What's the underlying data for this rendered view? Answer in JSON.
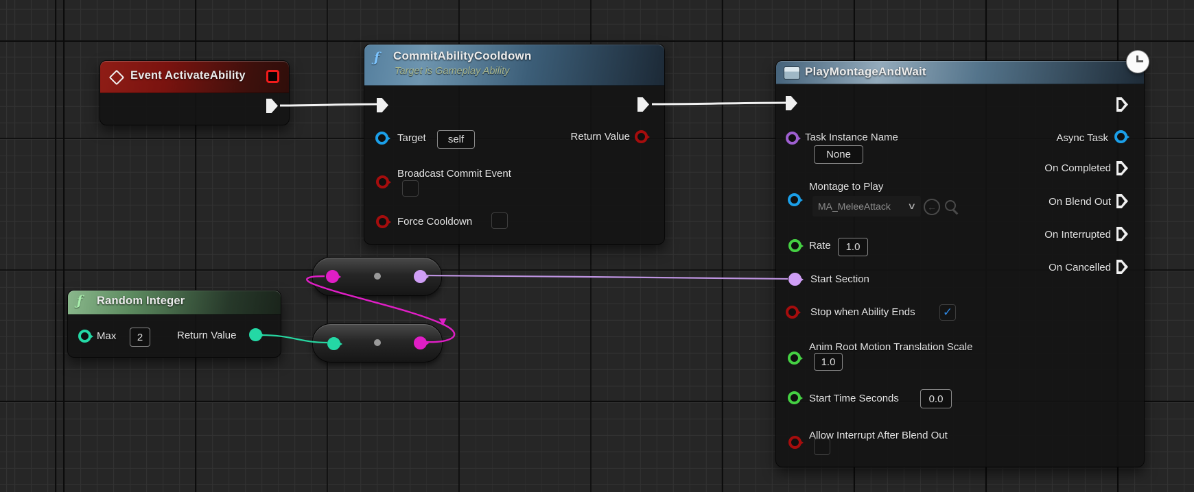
{
  "glyphs": {
    "function": "ƒ",
    "chevron": "∨",
    "check": "✓",
    "use_selected_arrow": "←"
  },
  "colors": {
    "exec_wire": "#f2f2f2",
    "object_pin": "#1b9fe8",
    "bool_pin": "#a50d0d",
    "float_pin": "#45d043",
    "int_pin": "#24d8a5",
    "string_pin": "#e01ec6",
    "name_pin": "#bd93e0",
    "wildcard_dot": "#9a9a9a",
    "checkbox_check": "#2e86e0",
    "canvas_bg": "#262626"
  },
  "event_node": {
    "title": "Event ActivateAbility"
  },
  "commit_node": {
    "title": "CommitAbilityCooldown",
    "subtitle": "Target is Gameplay Ability",
    "target_label": "Target",
    "target_value": "self",
    "broadcast_label": "Broadcast Commit Event",
    "force_label": "Force Cooldown",
    "return_label": "Return Value"
  },
  "montage_node": {
    "title": "PlayMontageAndWait",
    "task_instance_label": "Task Instance Name",
    "task_instance_value": "None",
    "async_task_label": "Async Task",
    "on_completed_label": "On Completed",
    "montage_label": "Montage to Play",
    "montage_value": "MA_MeleeAttack",
    "on_blend_out_label": "On Blend Out",
    "rate_label": "Rate",
    "rate_value": "1.0",
    "on_interrupted_label": "On Interrupted",
    "start_section_label": "Start Section",
    "on_cancelled_label": "On Cancelled",
    "stop_label": "Stop when Ability Ends",
    "stop_checked": true,
    "anim_root_label": "Anim Root Motion Translation Scale",
    "anim_root_value": "1.0",
    "start_time_label": "Start Time Seconds",
    "start_time_value": "0.0",
    "allow_interrupt_label": "Allow Interrupt After Blend Out",
    "allow_interrupt_checked": false
  },
  "random_node": {
    "title": "Random Integer",
    "max_label": "Max",
    "max_value": "2",
    "return_label": "Return Value"
  }
}
